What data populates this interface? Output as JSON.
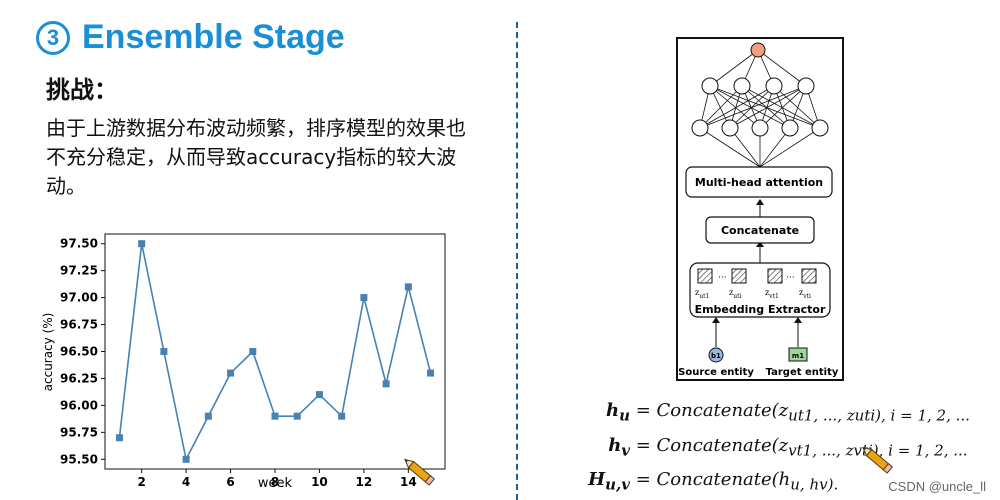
{
  "header": {
    "number_icon": "③",
    "title": "Ensemble Stage"
  },
  "challenge": {
    "heading": "挑战：",
    "text": "由于上游数据分布波动频繁，排序模型的效果也不充分稳定，从而导致accuracy指标的较大波动。"
  },
  "chart_data": {
    "type": "line",
    "xlabel": "week",
    "ylabel": "accuracy (%)",
    "x": [
      1,
      2,
      3,
      4,
      5,
      6,
      7,
      8,
      9,
      10,
      11,
      12,
      13,
      14,
      15
    ],
    "values": [
      95.7,
      97.5,
      96.5,
      95.5,
      95.9,
      96.3,
      96.5,
      95.9,
      95.9,
      96.1,
      95.9,
      97.0,
      96.2,
      97.1,
      96.3
    ],
    "xticks": [
      "2",
      "4",
      "6",
      "8",
      "10",
      "12",
      "14"
    ],
    "xtick_values": [
      2,
      4,
      6,
      8,
      10,
      12,
      14
    ],
    "yticks": [
      "95.50",
      "95.75",
      "96.00",
      "96.25",
      "96.50",
      "96.75",
      "97.00",
      "97.25",
      "97.50"
    ],
    "ytick_values": [
      95.5,
      95.75,
      96.0,
      96.25,
      96.5,
      96.75,
      97.0,
      97.25,
      97.5
    ],
    "xlim": [
      0.35,
      15.65
    ],
    "ylim": [
      95.41,
      97.59
    ],
    "marker": "square",
    "grid": false,
    "color": "#4682b4"
  },
  "diagram": {
    "attention_label": "Multi-head attention",
    "concat_label": "Concatenate",
    "extractor_label": "Embedding Extractor",
    "source_node": "b1",
    "target_node": "m1",
    "source_label": "Source entity",
    "target_label": "Target entity",
    "z_labels": [
      "z",
      "z",
      "z",
      "z"
    ],
    "z_subscripts": [
      "ut1",
      "uti",
      "vt1",
      "vti"
    ],
    "dots": "···",
    "colors": {
      "output_node": "#f0a080",
      "source": "#9bb8e0",
      "target": "#9fd39f"
    }
  },
  "formulas": [
    {
      "lhs": "h",
      "lhs_sub": "u",
      "rhs": "= Concatenate(z",
      "rhs_tail": "ut1, ..., z",
      "rhs_tail2": "uti),  i = 1, 2, ..."
    },
    {
      "lhs": "h",
      "lhs_sub": "v",
      "rhs": "= Concatenate(z",
      "rhs_tail": "vt1, ..., z",
      "rhs_tail2": "vti),  i = 1, 2, ..."
    },
    {
      "lhs": "H",
      "lhs_sub": "u,v",
      "rhs": "= Concatenate(h",
      "rhs_tail": "u, h",
      "rhs_tail2": "v)."
    }
  ],
  "watermark": "CSDN @uncle_ll",
  "icons": {
    "pencil": "pencil-icon"
  }
}
